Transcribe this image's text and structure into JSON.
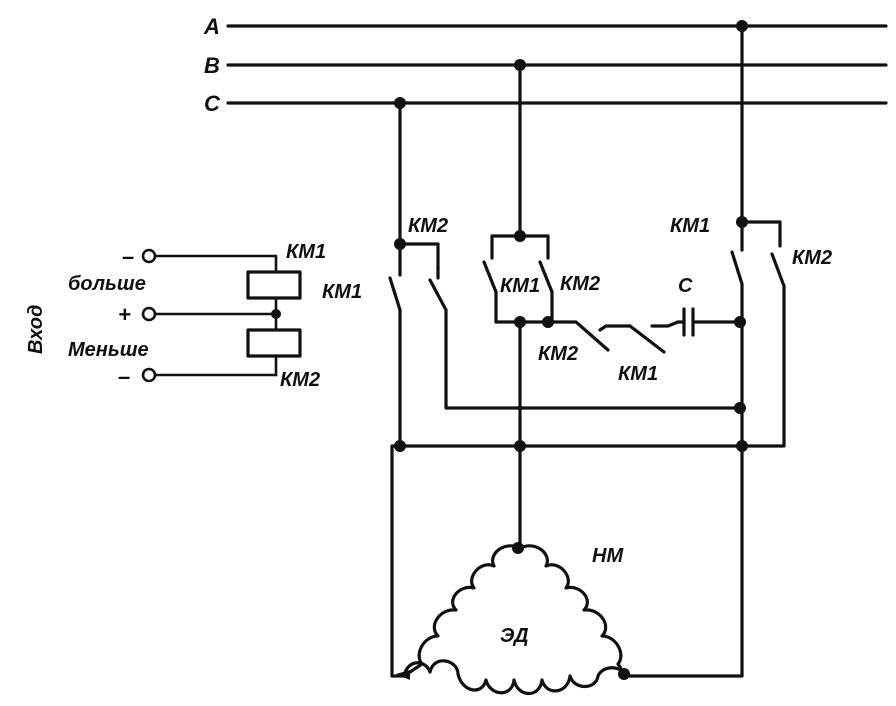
{
  "phases": {
    "a": "A",
    "b": "B",
    "c": "C"
  },
  "input": {
    "title": "Вход",
    "more": "больше",
    "less": "Меньше",
    "minus_top": "–",
    "plus": "+",
    "minus_bottom": "–",
    "coil_km1": "КМ1",
    "coil_km2": "КМ2"
  },
  "contacts": {
    "left_km2": "КМ2",
    "left_km1": "КМ1",
    "mid_km1": "КМ1",
    "mid_km2": "КМ2",
    "right_km1": "КМ1",
    "right_km2": "КМ2",
    "interlock_km2": "КМ2",
    "interlock_km1": "КМ1"
  },
  "capacitor": "С",
  "motor": {
    "drive_label": "НМ",
    "winding_label": "ЭД"
  }
}
